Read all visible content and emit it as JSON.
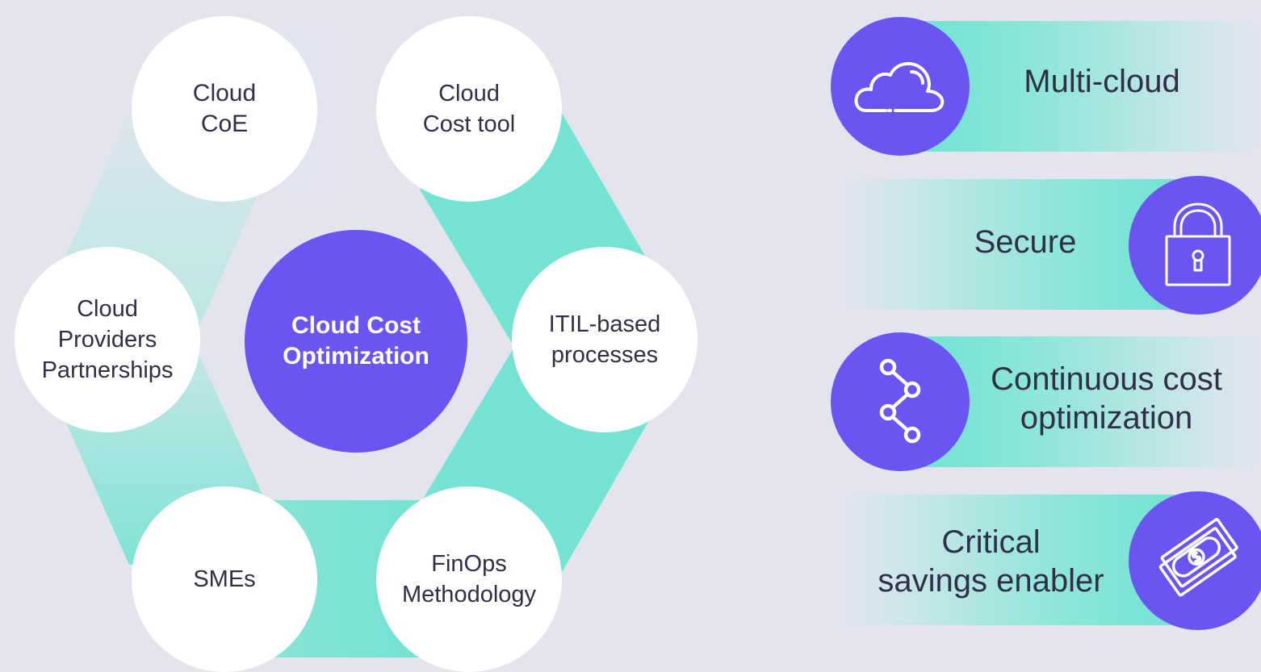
{
  "center": {
    "line1": "Cloud Cost",
    "line2": "Optimization"
  },
  "nodes": {
    "cloud_coe": {
      "line1": "Cloud",
      "line2": "CoE"
    },
    "cloud_cost_tool": {
      "line1": "Cloud",
      "line2": "Cost tool"
    },
    "cloud_providers": {
      "line1": "Cloud",
      "line2": "Providers",
      "line3": "Partnerships"
    },
    "itil": {
      "line1": "ITIL-based",
      "line2": "processes"
    },
    "smes": {
      "line1": "SMEs"
    },
    "finops": {
      "line1": "FinOps",
      "line2": "Methodology"
    }
  },
  "features": [
    {
      "label": "Multi-cloud",
      "icon": "cloud-icon"
    },
    {
      "label": "Secure",
      "icon": "padlock-icon"
    },
    {
      "line1": "Continuous cost",
      "line2": "optimization",
      "icon": "connected-nodes-icon"
    },
    {
      "line1": "Critical",
      "line2": "savings enabler",
      "icon": "money-bills-icon"
    }
  ],
  "colors": {
    "background": "#e4e4ef",
    "accent_purple": "#6a55f2",
    "accent_teal": "#6de3d1",
    "node_white": "#ffffff",
    "text_dark": "#2f2f48"
  }
}
